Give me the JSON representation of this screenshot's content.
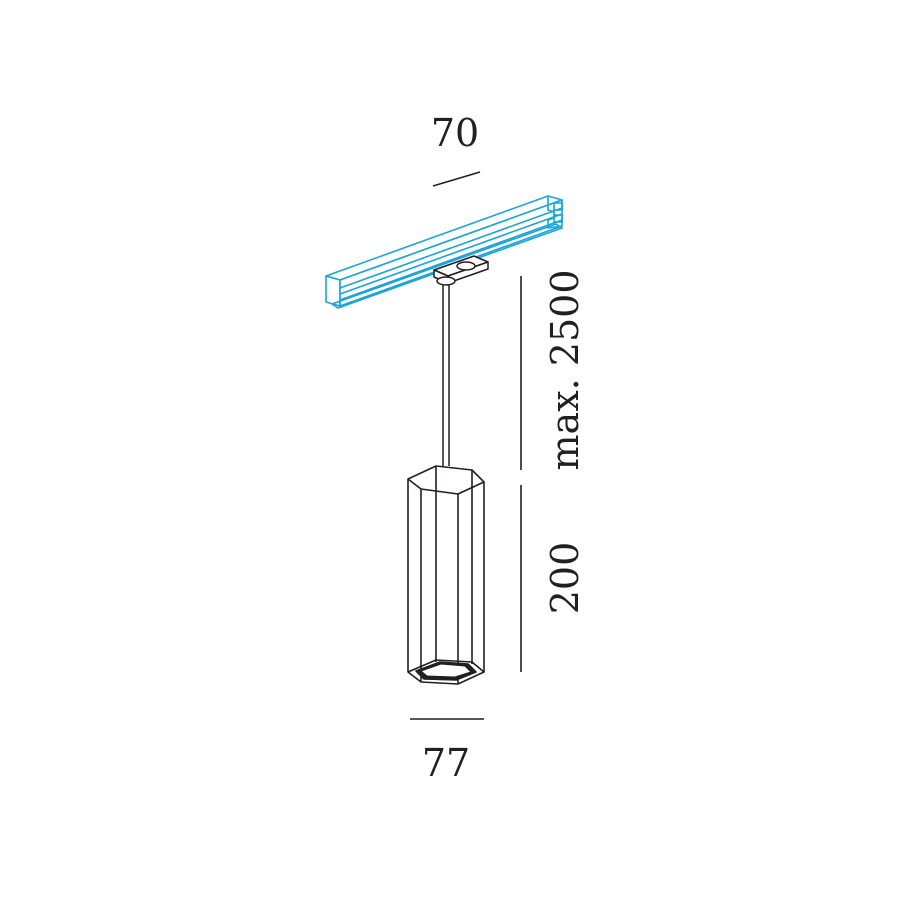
{
  "dimensions": {
    "top_width": "70",
    "cable_length": "max. 2500",
    "body_height": "200",
    "bottom_width": "77"
  },
  "colors": {
    "line": "#231f20",
    "track": "#1ba4d9",
    "background": "#ffffff"
  }
}
